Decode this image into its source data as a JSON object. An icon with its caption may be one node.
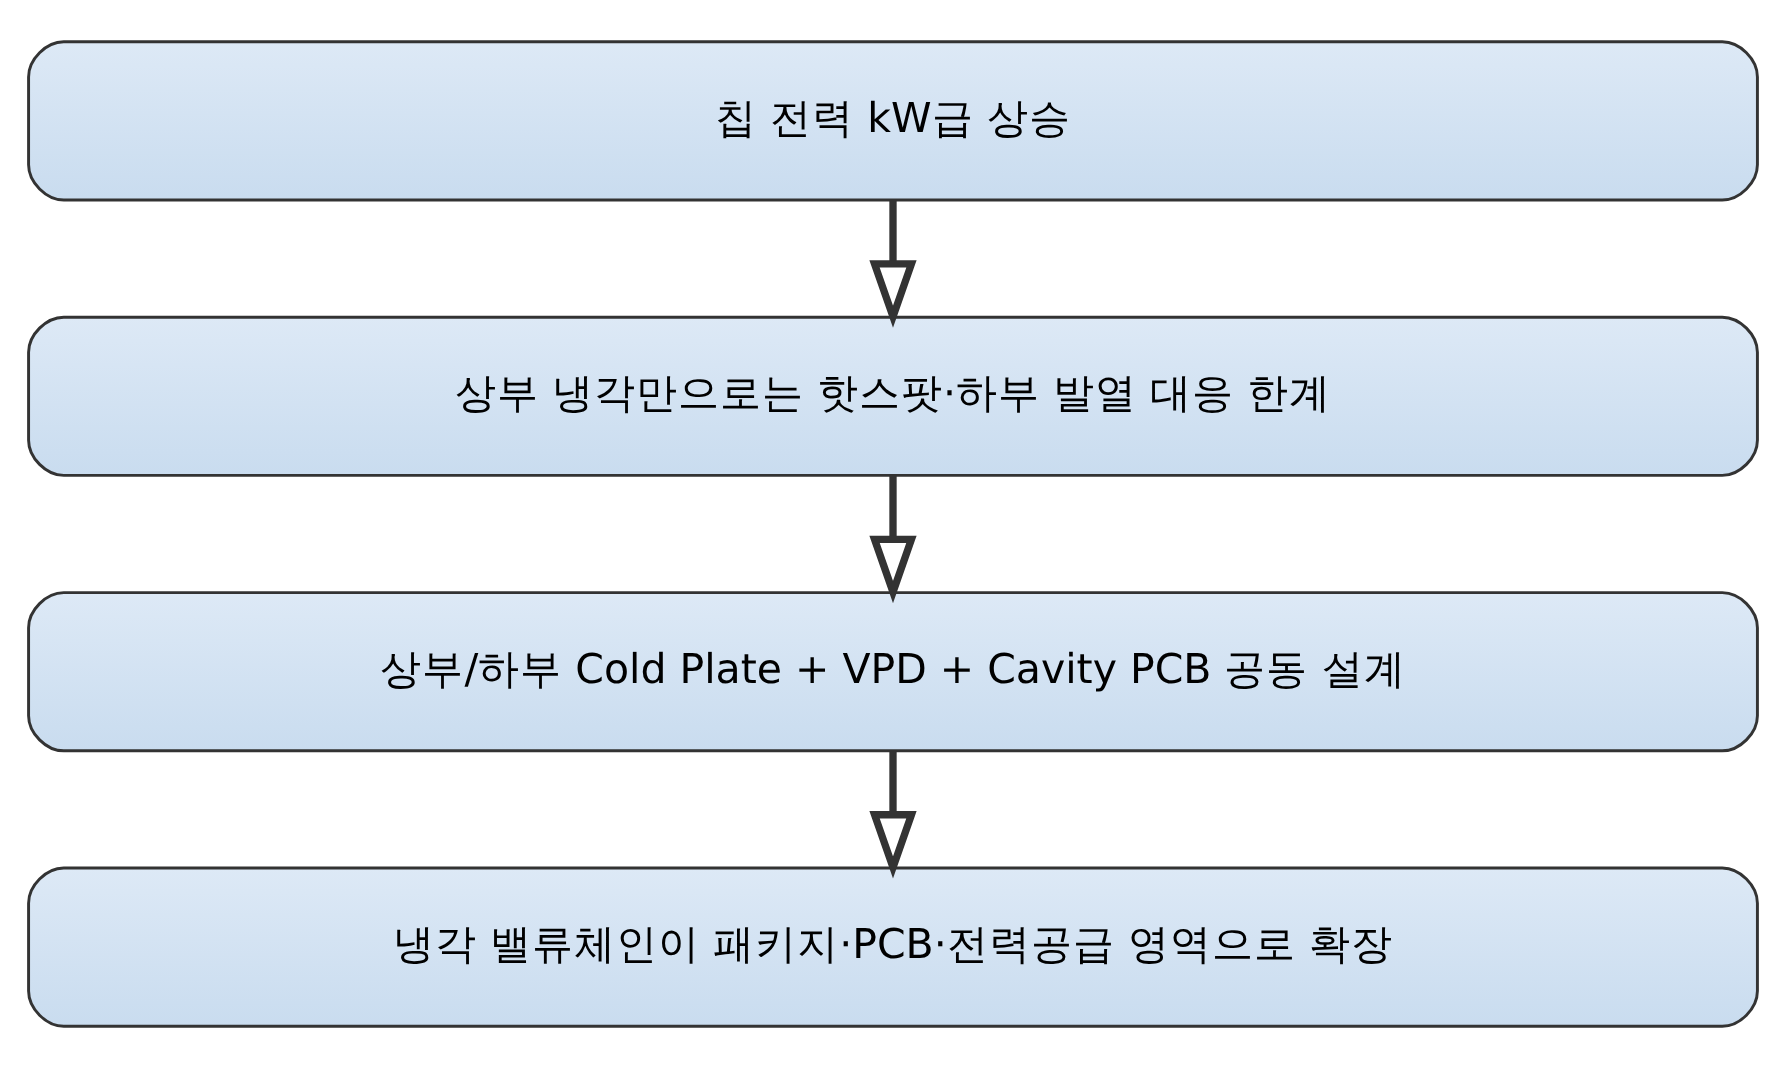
{
  "diagram": {
    "nodes": [
      {
        "text": [
          "칩 전력 kW급 상승"
        ]
      },
      {
        "text": [
          "상부 냉각만으로는 핫스팟·하부 발열 대응 한계"
        ]
      },
      {
        "text": [
          "상부/하부 Cold Plate + VPD + Cavity PCB 공동 설계"
        ]
      },
      {
        "text": [
          "냉각 밸류체인이 패키지·PCB·전력공급 영역으로 확장"
        ]
      }
    ],
    "edges": [
      {
        "from": 0,
        "to": 1,
        "arrow": "to"
      },
      {
        "from": 1,
        "to": 2,
        "arrow": "to"
      },
      {
        "from": 2,
        "to": 3,
        "arrow": "to"
      }
    ]
  }
}
